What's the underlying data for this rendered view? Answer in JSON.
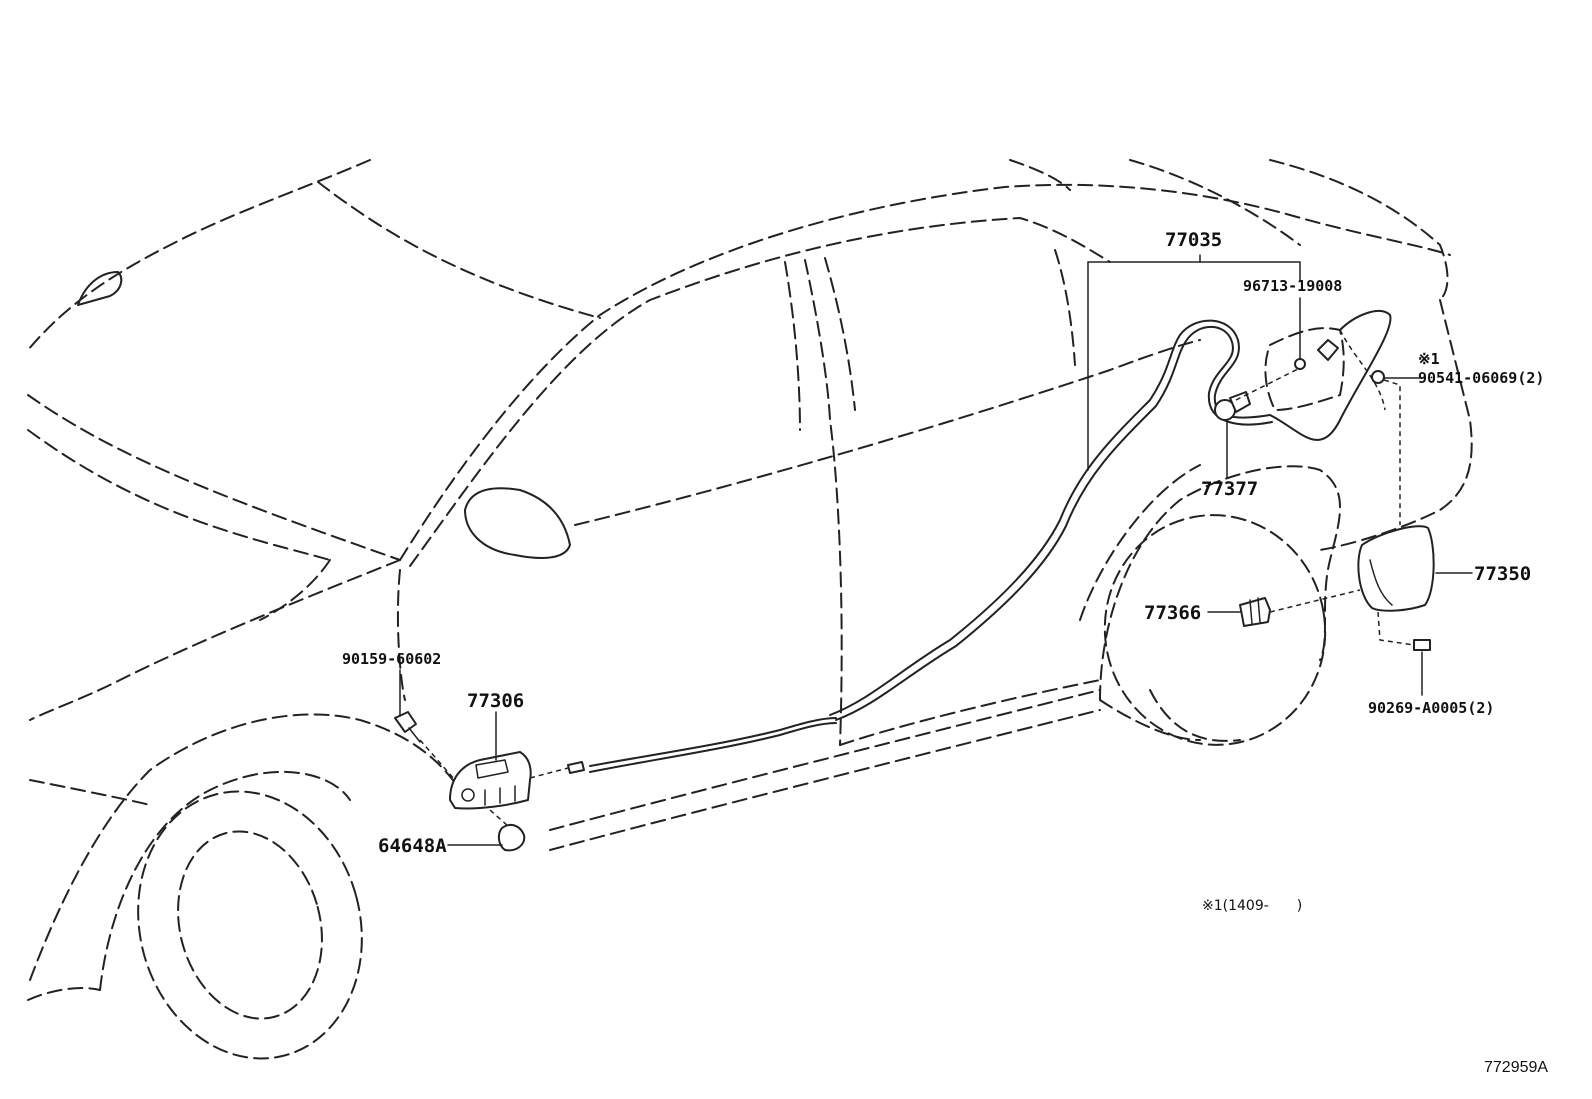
{
  "diagram": {
    "callouts": {
      "p77035": "77035",
      "p96713": "96713-19008",
      "mark1": "※1",
      "p90541": "90541-06069(2)",
      "p77377": "77377",
      "p77350": "77350",
      "p77366": "77366",
      "p90269": "90269-A0005(2)",
      "p90159": "90159-60602",
      "p77306": "77306",
      "p64648": "64648A"
    },
    "note": "※1(1409-　　)",
    "figure_ref": "772959A"
  }
}
